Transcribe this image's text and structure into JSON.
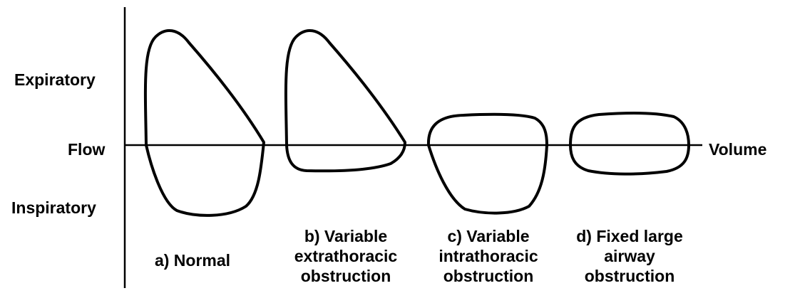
{
  "axis": {
    "y_top": "Expiratory",
    "y_middle": "Flow",
    "y_bottom": "Inspiratory",
    "x": "Volume"
  },
  "loops": [
    {
      "id": "normal",
      "caption": [
        "a) Normal"
      ]
    },
    {
      "id": "variable-extrathoracic",
      "caption": [
        "b) Variable",
        "extrathoracic",
        "obstruction"
      ]
    },
    {
      "id": "variable-intrathoracic",
      "caption": [
        "c) Variable",
        "intrathoracic",
        "obstruction"
      ]
    },
    {
      "id": "fixed-large-airway",
      "caption": [
        "d) Fixed large",
        "airway",
        "obstruction"
      ]
    }
  ],
  "colors": {
    "line": "#000000",
    "background": "#ffffff"
  }
}
